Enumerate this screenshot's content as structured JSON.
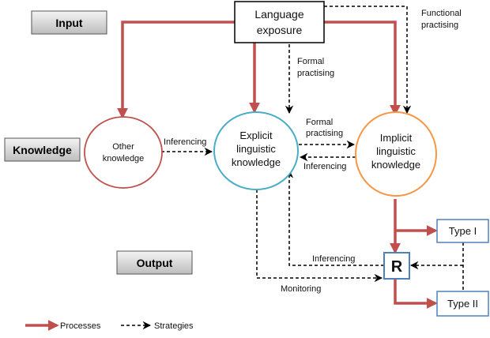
{
  "stages": {
    "input": "Input",
    "knowledge": "Knowledge",
    "output": "Output"
  },
  "nodes": {
    "language_exposure": [
      "Language",
      "exposure"
    ],
    "other_knowledge": [
      "Other",
      "knowledge"
    ],
    "explicit_knowledge": [
      "Explicit",
      "linguistic",
      "knowledge"
    ],
    "implicit_knowledge": [
      "Implicit",
      "linguistic",
      "knowledge"
    ],
    "r": "R",
    "type1": "Type I",
    "type2": "Type II"
  },
  "edge_labels": {
    "functional_practising": [
      "Functional",
      "practising"
    ],
    "formal_practising_top": [
      "Formal",
      "practising"
    ],
    "formal_practising_mid": [
      "Formal",
      "practising"
    ],
    "inferencing_left": "Inferencing",
    "inferencing_mid": "Inferencing",
    "inferencing_bottom": "Inferencing",
    "monitoring": "Monitoring"
  },
  "legend": {
    "processes": "Processes",
    "strategies": "Strategies"
  },
  "colors": {
    "process": "#c0504d",
    "strategy": "#000000",
    "other_knowledge_stroke": "#c0504d",
    "explicit_stroke": "#4bacc6",
    "implicit_stroke": "#f79646",
    "type_box_stroke": "#4f81bd"
  }
}
